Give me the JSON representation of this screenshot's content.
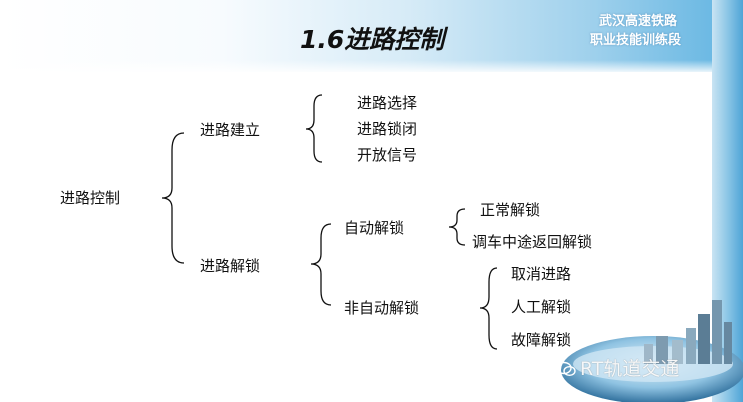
{
  "slide": {
    "title": "1.6进路控制",
    "corner_line1": "武汉高速铁路",
    "corner_line2": "职业技能训练段"
  },
  "tree": {
    "root": "进路控制",
    "level1": [
      "进路建立",
      "进路解锁"
    ],
    "route_setup": [
      "进路选择",
      "进路锁闭",
      "开放信号"
    ],
    "route_release": [
      "自动解锁",
      "非自动解锁"
    ],
    "auto_release": [
      "正常解锁",
      "调车中途返回解锁"
    ],
    "manual_release": [
      "取消进路",
      "人工解锁",
      "故障解锁"
    ]
  },
  "watermark": {
    "text": "RT轨道交通",
    "icon": "wechat-icon"
  },
  "colors": {
    "header_accent": "#5fb3e1",
    "text": "#111111"
  }
}
